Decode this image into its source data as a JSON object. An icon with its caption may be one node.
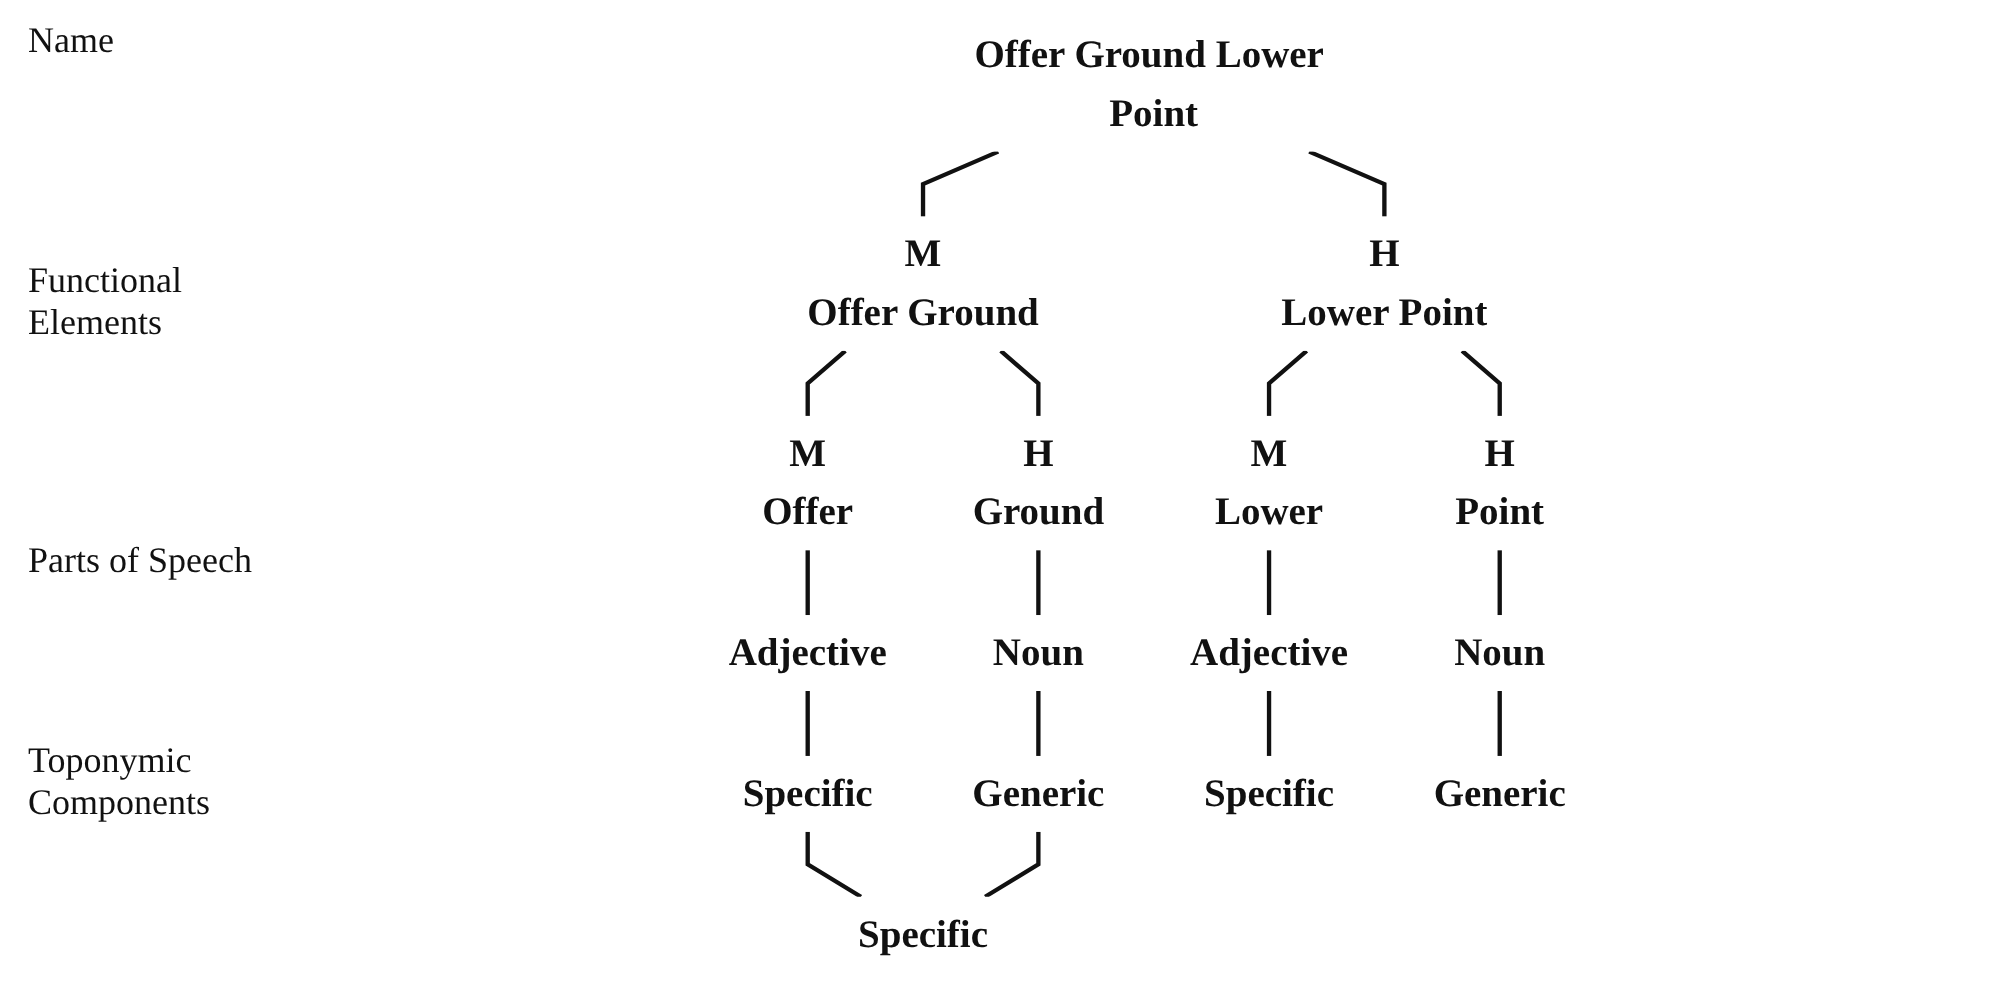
{
  "diagram": {
    "nodes": [
      {
        "text": [
          "Offer Ground Lower Point"
        ]
      },
      {
        "text": [
          "M",
          "Offer Ground"
        ]
      },
      {
        "text": [
          "H",
          "Lower Point"
        ]
      },
      {
        "text": [
          "M",
          "Offer"
        ]
      },
      {
        "text": [
          "H",
          "Ground"
        ]
      },
      {
        "text": [
          "M",
          "Lower"
        ]
      },
      {
        "text": [
          "H",
          "Point"
        ]
      },
      {
        "text": [
          "Adjective"
        ]
      },
      {
        "text": [
          "Noun"
        ]
      },
      {
        "text": [
          "Adjective"
        ]
      },
      {
        "text": [
          "Noun"
        ]
      },
      {
        "text": [
          "Specific"
        ]
      },
      {
        "text": [
          "Generic"
        ]
      },
      {
        "text": [
          "Specific"
        ]
      },
      {
        "text": [
          "Specific"
        ]
      },
      {
        "text": [
          "Generic"
        ]
      }
    ],
    "edges": [
      {
        "from": 0,
        "to": 1,
        "arrow": "none"
      },
      {
        "from": 0,
        "to": 2,
        "arrow": "none"
      },
      {
        "from": 1,
        "to": 3,
        "arrow": "none"
      },
      {
        "from": 1,
        "to": 4,
        "arrow": "none"
      },
      {
        "from": 2,
        "to": 5,
        "arrow": "none"
      },
      {
        "from": 2,
        "to": 6,
        "arrow": "none"
      },
      {
        "from": 3,
        "to": 7,
        "arrow": "none"
      },
      {
        "from": 4,
        "to": 8,
        "arrow": "none"
      },
      {
        "from": 5,
        "to": 9,
        "arrow": "none"
      },
      {
        "from": 6,
        "to": 10,
        "arrow": "none"
      },
      {
        "from": 7,
        "to": 11,
        "arrow": "none"
      },
      {
        "from": 8,
        "to": 12,
        "arrow": "none"
      },
      {
        "from": 11,
        "to": 13,
        "arrow": "none"
      },
      {
        "from": 12,
        "to": 13,
        "arrow": "none"
      },
      {
        "from": 9,
        "to": 14,
        "arrow": "none"
      },
      {
        "from": 10,
        "to": 15,
        "arrow": "none"
      }
    ],
    "labels": [
      "Name",
      "Functional Elements",
      "Parts of Speech",
      "Toponymic Components"
    ]
  }
}
